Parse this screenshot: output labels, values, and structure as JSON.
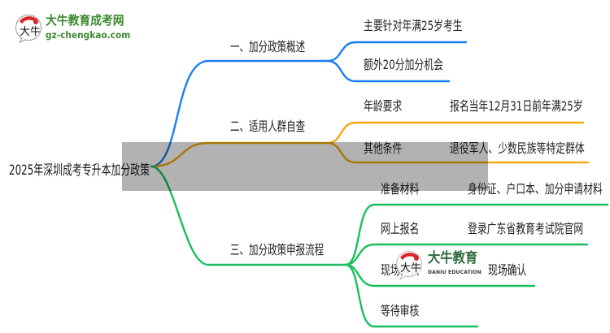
{
  "logo": {
    "name": "大牛教育成考网",
    "url_text": "gz-chengkao.com",
    "brand_color": "#3b8a2f"
  },
  "mindmap": {
    "root": "2025年深圳成考专升本加分政策",
    "branches": [
      {
        "label": "一、加分政策概述",
        "color": "#1a7ef0",
        "children": [
          {
            "label": "主要针对年满25岁考生"
          },
          {
            "label": "额外20分加分机会"
          }
        ]
      },
      {
        "label": "二、适用人群自查",
        "color": "#f2a90f",
        "children": [
          {
            "label": "年龄要求",
            "detail": "报名当年12月31日前年满25岁"
          },
          {
            "label": "其他条件",
            "detail": "退役军人、少数民族等特定群体"
          }
        ]
      },
      {
        "label": "三、加分政策申报流程",
        "color": "#1bbf5c",
        "children": [
          {
            "label": "准备材料",
            "detail": "身份证、户口本、加分申请材料"
          },
          {
            "label": "网上报名",
            "detail": "登录广东省教育考试院官网"
          },
          {
            "label": "现场确认",
            "detail": "现场确认"
          },
          {
            "label": "等待审核"
          }
        ]
      }
    ]
  },
  "watermark": {
    "title": "大牛教育",
    "subtitle": "DANIU EDUCATION"
  }
}
